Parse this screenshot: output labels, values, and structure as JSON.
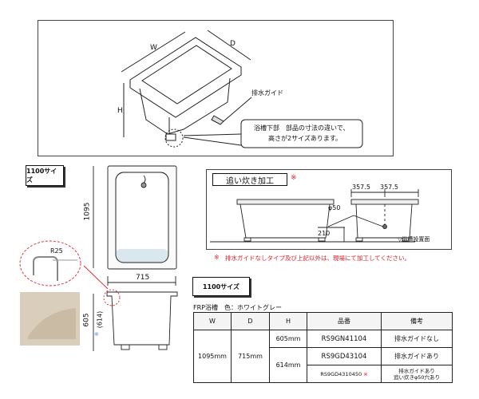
{
  "top_diagram": {
    "dim_w": "W",
    "dim_d": "D",
    "dim_h": "H",
    "drain_guide_label": "排水ガイド",
    "callout_line1": "浴槽下部　部品の寸法の違いで、",
    "callout_line2": "高さが2サイズあります。"
  },
  "size_label": "1100サイズ",
  "plan_view": {
    "length": "1095",
    "width": "715",
    "height": "605",
    "height_alt_mark": "※",
    "height_alt": "(614)",
    "corner_radius_label": "R25"
  },
  "reheat_panel": {
    "title": "追い炊き加工",
    "mark": "※",
    "dim_left": "357.5",
    "dim_right": "357.5",
    "hole_diameter": "φ50",
    "hole_height": "210",
    "floor_label": "▽浴槽設置面",
    "note_mark": "※",
    "note": "排水ガイドなしタイプ及び上記以外は、現場にて加工してください。"
  },
  "spec": {
    "size_label": "1100サイズ",
    "caption": "FRP浴槽　色：ホワイトグレー",
    "headers": [
      "W",
      "D",
      "H",
      "品番",
      "備考"
    ],
    "w": "1095mm",
    "d": "715mm",
    "rows": [
      {
        "h": "605mm",
        "part": "RS9GN41104",
        "note": "排水ガイドなし"
      },
      {
        "h": "614mm",
        "part": "RS9GD43104",
        "note": "排水ガイドあり"
      },
      {
        "part": "RS9GD4310450",
        "mark": "※",
        "note_line1": "排水ガイドあり",
        "note_line2": "追い炊きφ50穴あり"
      }
    ]
  },
  "colors": {
    "accent_red": "#e0202a",
    "note_blue": "#4a90d9",
    "tub_inner": "#dbe7ee"
  }
}
